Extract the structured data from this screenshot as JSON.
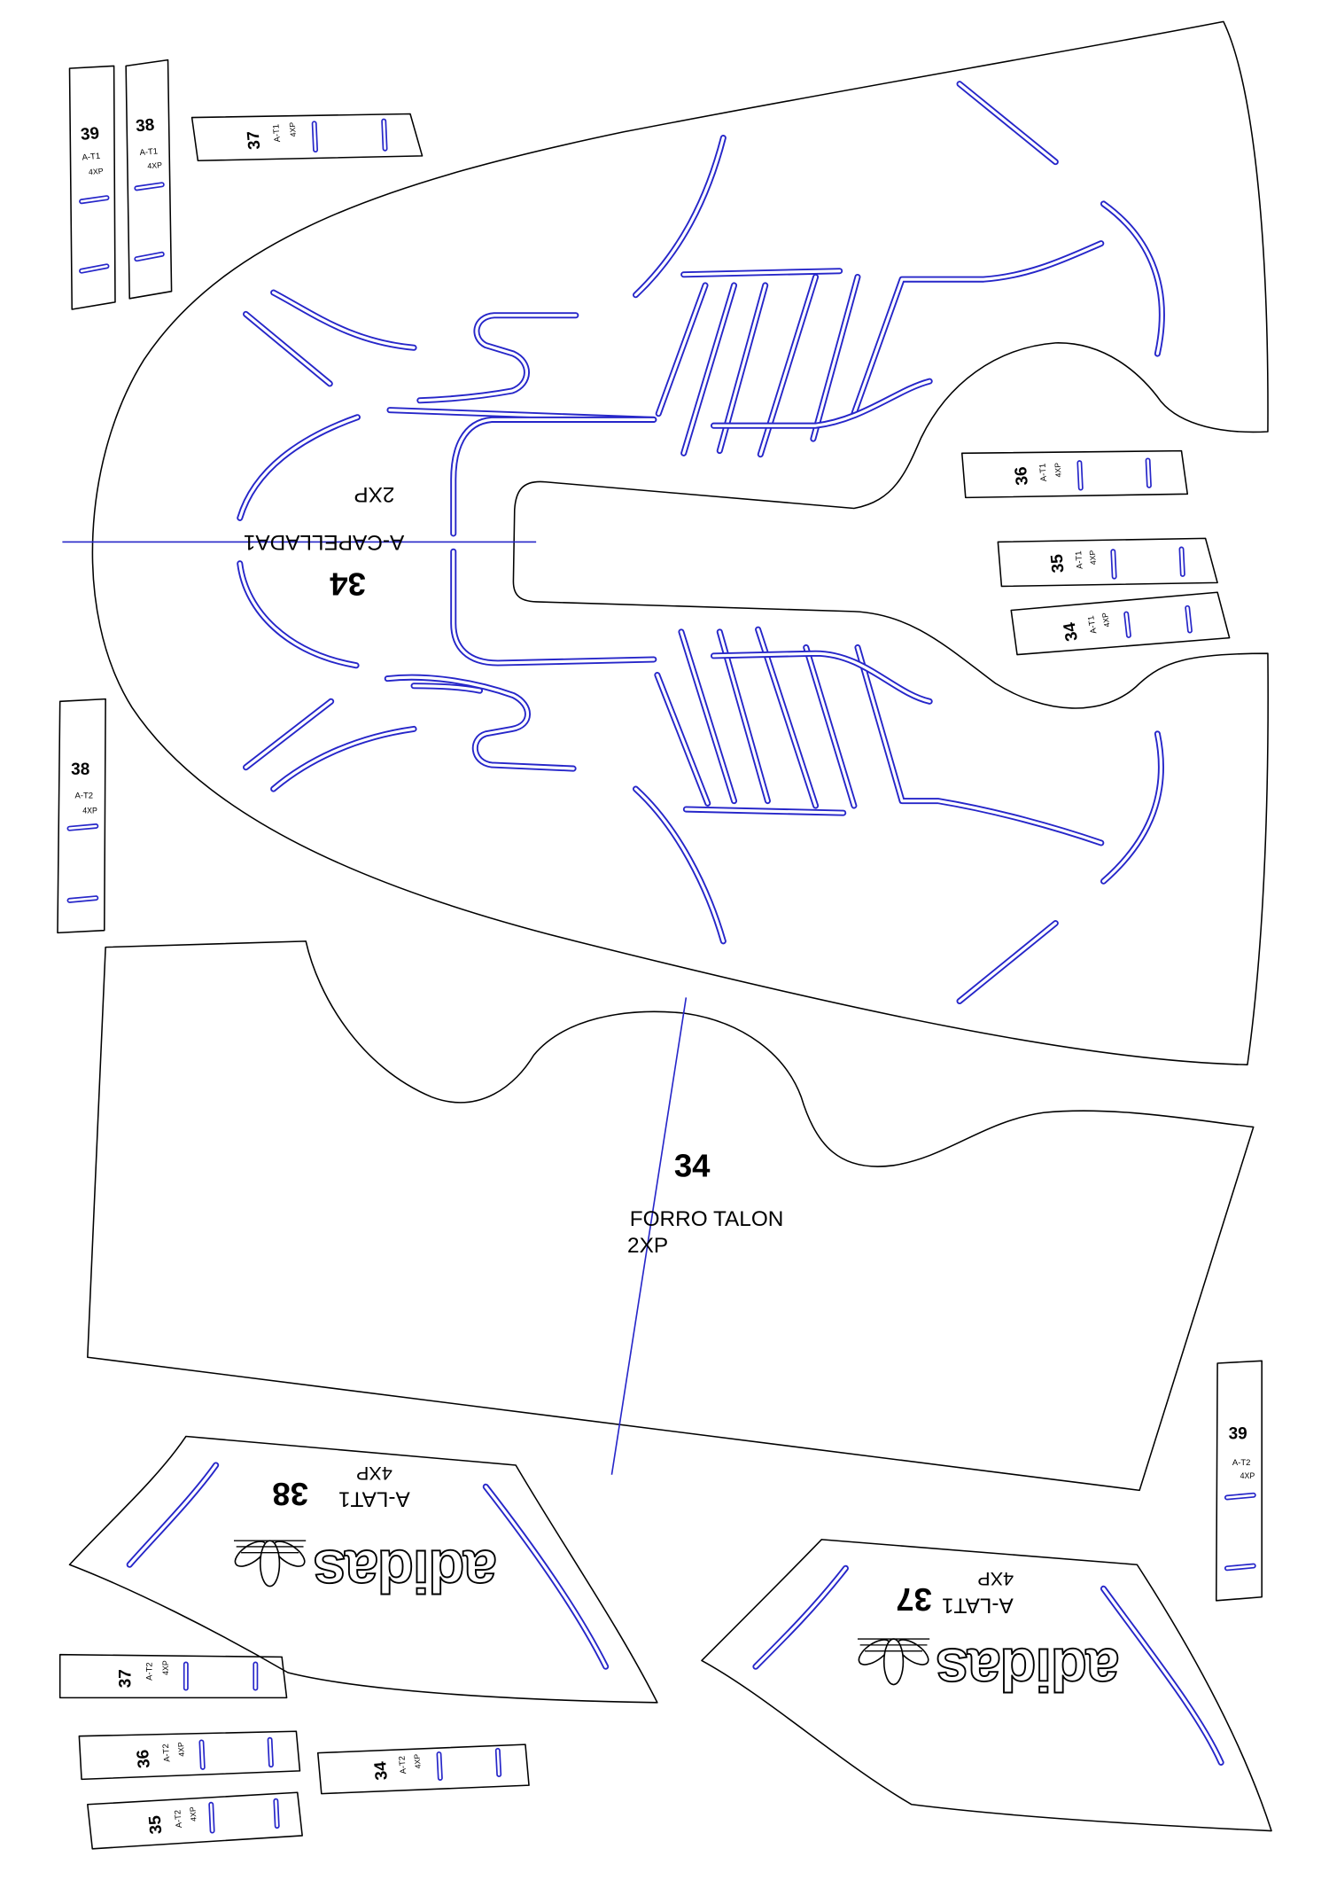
{
  "pattern": {
    "capellada": {
      "size": "34",
      "name": "A-CAPELLADA1",
      "qty": "2XP"
    },
    "forro_talon": {
      "size": "34",
      "name": "FORRO TALON",
      "qty": "2XP"
    },
    "laterals": [
      {
        "code": "A-LAT1",
        "size": "38",
        "qty": "4XP",
        "brand": "adidas",
        "logo_icon": "adidas-trefoil-icon"
      },
      {
        "code": "A-LAT1",
        "size": "37",
        "qty": "4XP",
        "brand": "adidas",
        "logo_icon": "adidas-trefoil-icon"
      }
    ],
    "strips": [
      {
        "size": "39",
        "code": "A-T1",
        "qty": "4XP"
      },
      {
        "size": "38",
        "code": "A-T1",
        "qty": "4XP"
      },
      {
        "size": "37",
        "code": "A-T1",
        "qty": "4XP"
      },
      {
        "size": "36",
        "code": "A-T1",
        "qty": "4XP"
      },
      {
        "size": "35",
        "code": "A-T1",
        "qty": "4XP"
      },
      {
        "size": "34",
        "code": "A-T1",
        "qty": "4XP"
      },
      {
        "size": "38",
        "code": "A-T2",
        "qty": "4XP"
      },
      {
        "size": "39",
        "code": "A-T2",
        "qty": "4XP"
      },
      {
        "size": "37",
        "code": "A-T2",
        "qty": "4XP"
      },
      {
        "size": "36",
        "code": "A-T2",
        "qty": "4XP"
      },
      {
        "size": "34",
        "code": "A-T2",
        "qty": "4XP"
      },
      {
        "size": "35",
        "code": "A-T2",
        "qty": "4XP"
      }
    ]
  },
  "colors": {
    "outline": "#000000",
    "stitch": "#2626c9",
    "background": "#ffffff"
  }
}
